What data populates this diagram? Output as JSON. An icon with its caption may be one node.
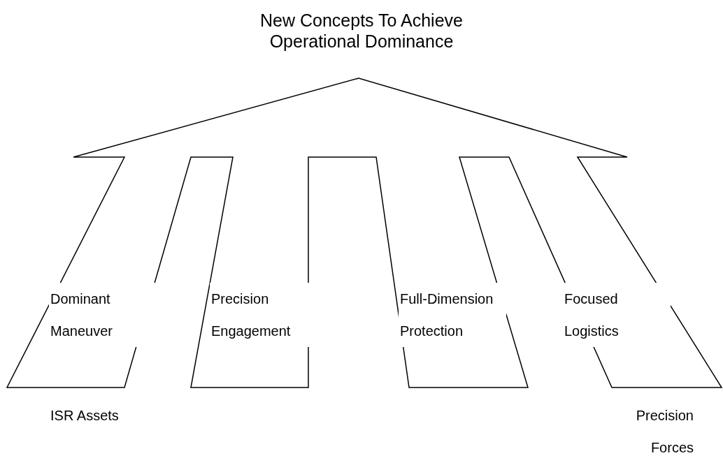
{
  "diagram": {
    "title": "New Concepts To Achieve Operational Dominance",
    "nodes": [
      {
        "text": [
          "Dominant Maneuver",
          "Precision Engagement",
          "Full-Dimension Protection",
          "Focused Logistics"
        ]
      }
    ],
    "labels": [
      "ISR Assets",
      "Precision Forces"
    ]
  }
}
